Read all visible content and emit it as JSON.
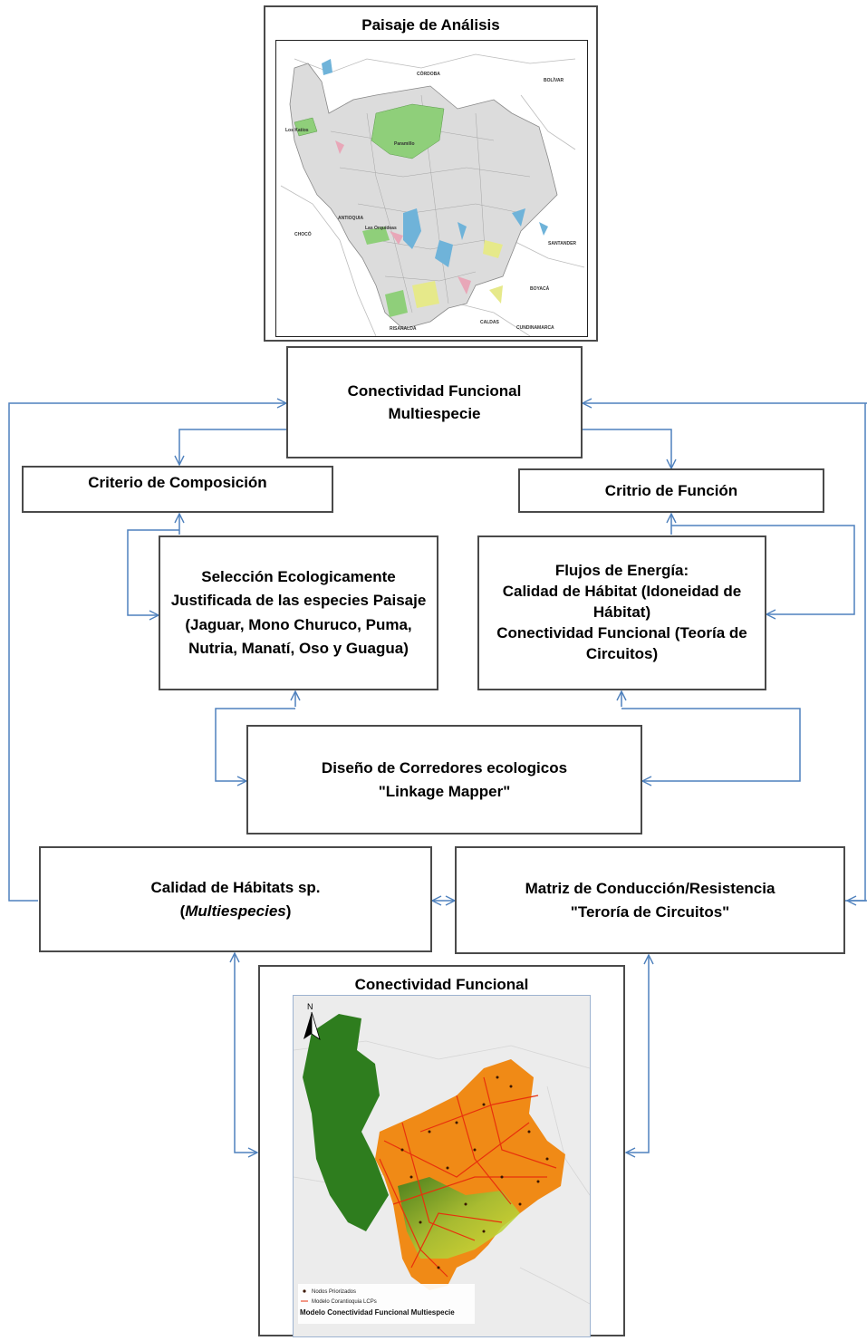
{
  "panels": {
    "top": {
      "title": "Paisaje de Análisis",
      "map_labels": [
        "CÓRDOBA",
        "BOLÍVAR",
        "Paramillo",
        "Las Orquídeas",
        "CHOCÓ",
        "ANTIOQUIA",
        "SANTANDER",
        "BOYACÁ",
        "RISARALDA",
        "CALDAS",
        "CUNDINAMARCA",
        "Los Katíos"
      ]
    },
    "bottom": {
      "title": "Conectividad Funcional",
      "north": "N",
      "legend": {
        "item1": "Nodos Priorizados",
        "item2": "Modelo Corantioquia LCPs",
        "title": "Modelo Conectividad Funcional Multiespecie"
      }
    }
  },
  "boxes": {
    "conectividad": {
      "line1": "Conectividad Funcional",
      "line2": "Multiespecie"
    },
    "composicion": {
      "label": "Criterio de Composición"
    },
    "funcion": {
      "label": "Critrio de Función"
    },
    "seleccion": {
      "line1": "Selección  Ecologicamente",
      "line2": "Justificada de las especies Paisaje",
      "line3": "(Jaguar, Mono Churuco, Puma,",
      "line4": "Nutria, Manatí, Oso y Guagua)"
    },
    "flujos": {
      "line1": "Flujos de Energía:",
      "line2": "Calidad de Hábitat (Idoneidad de",
      "line3": "Hábitat)",
      "line4": "Conectividad Funcional (Teoría de",
      "line5": "Circuitos)"
    },
    "diseno": {
      "line1": "Diseño de Corredores ecologicos",
      "line2": "\"Linkage Mapper\""
    },
    "calidad": {
      "line1": "Calidad de Hábitats  sp.",
      "line2_open": "(",
      "line2_italic": "Multiespecies",
      "line2_close": ")"
    },
    "matriz": {
      "line1": "Matriz de Conducción/Resistencia",
      "line2": "\"Terоría de Circuitos\""
    }
  },
  "colors": {
    "arrow": "#4f81bd",
    "border": "#4a4a4a",
    "green_area": "#8fcf7a",
    "blue_area": "#6fb3d9",
    "pink_area": "#e8a7b8",
    "yellow_area": "#e6e98a",
    "gradient_dark": "#2e7d1e",
    "gradient_red": "#e8300c",
    "gradient_orange": "#f7a21b"
  }
}
